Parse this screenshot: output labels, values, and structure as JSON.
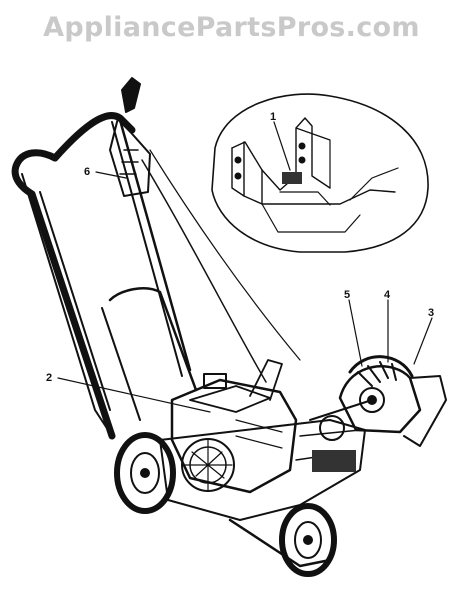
{
  "watermark": "AppliancePartsPros.com",
  "callouts": [
    {
      "id": "1",
      "label": "1"
    },
    {
      "id": "2",
      "label": "2"
    },
    {
      "id": "3",
      "label": "3"
    },
    {
      "id": "4",
      "label": "4"
    },
    {
      "id": "5",
      "label": "5"
    },
    {
      "id": "6",
      "label": "6"
    }
  ],
  "colors": {
    "line": "#111111",
    "watermark": "#c9c9c9",
    "background": "#ffffff"
  }
}
